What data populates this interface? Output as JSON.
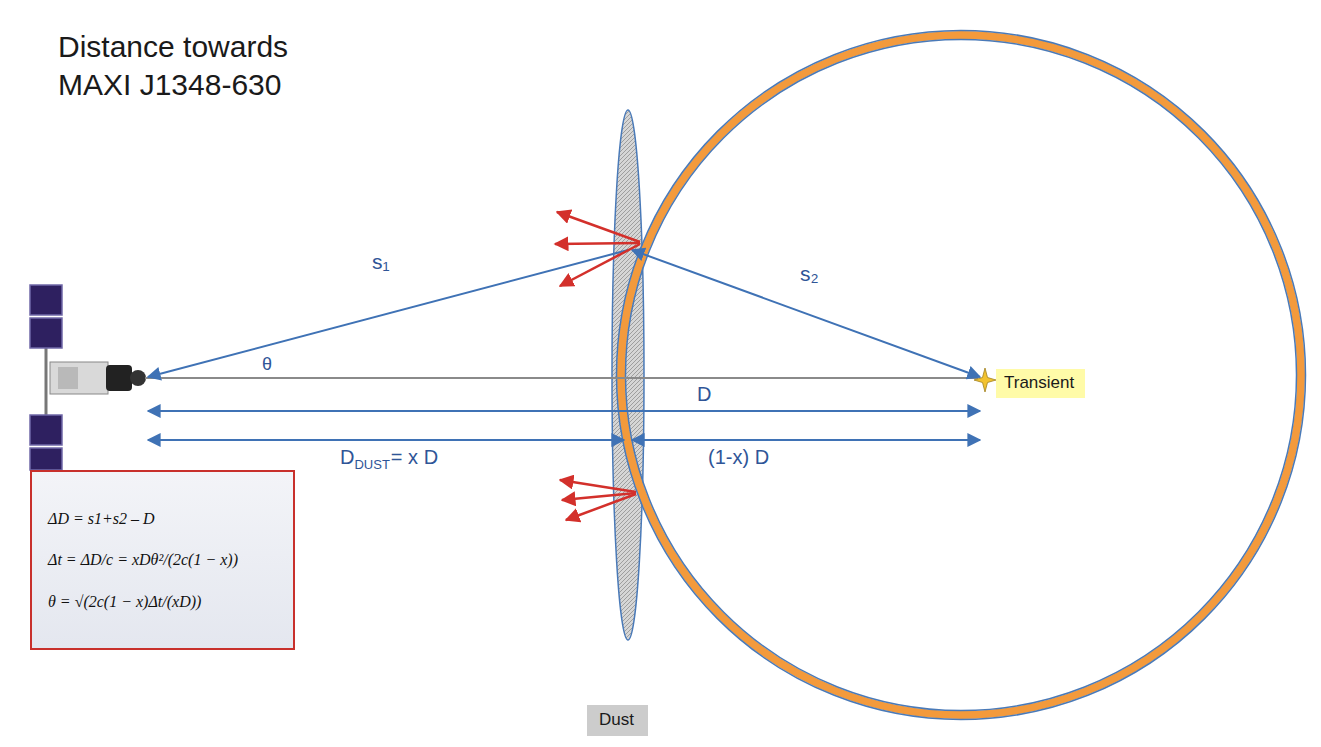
{
  "diagram": {
    "title": "Distance towards MAXI J1348-630",
    "nodes": [
      {
        "text": [
          "Transient"
        ]
      },
      {
        "text": [
          "ΔD = s1+s2 – D",
          "Δt = ΔD/c = xDθ²/(2c(1 − x))",
          "θ = √(2c(1 − x)Δt/(xD))"
        ]
      },
      {
        "text": [
          "Dust"
        ]
      }
    ],
    "labels": [
      "s₁",
      "s₂",
      "θ",
      "D",
      "D",
      "DUST",
      "= x D",
      "(1-x) D"
    ]
  }
}
